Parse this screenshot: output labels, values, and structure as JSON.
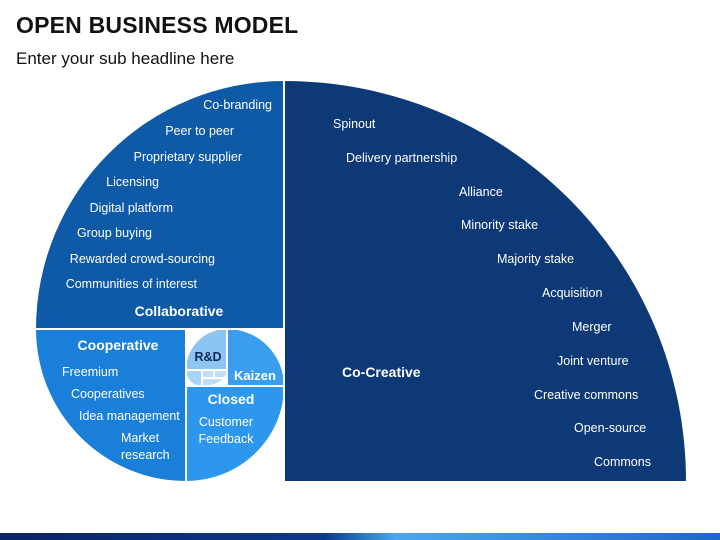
{
  "header": {
    "title": "OPEN BUSINESS MODEL",
    "subtitle": "Enter your sub headline here"
  },
  "colors": {
    "co_creative": "#0d3a76",
    "collaborative": "#0e5aa7",
    "cooperative": "#1a7fd8",
    "closed": "#2d97ee",
    "inner_light": "#8cc4f2",
    "footer_dark": "#0a2466",
    "footer_light": "#4aa8ee"
  },
  "co_creative": {
    "heading": "Co-Creative",
    "items": [
      "Spinout",
      "Delivery partnership",
      "Alliance",
      "Minority stake",
      "Majority stake",
      "Acquisition",
      "Merger",
      "Joint venture",
      "Creative commons",
      "Open-source",
      "Commons"
    ]
  },
  "collaborative": {
    "heading": "Collaborative",
    "items": [
      "Co-branding",
      "Peer to peer",
      "Proprietary supplier",
      "Licensing",
      "Digital platform",
      "Group buying",
      "Rewarded crowd-sourcing",
      "Communities of interest"
    ]
  },
  "cooperative": {
    "heading": "Cooperative",
    "items": [
      "Freemium",
      "Cooperatives",
      "Idea management",
      "Market",
      "research"
    ]
  },
  "closed": {
    "heading": "Closed",
    "items": [
      "Customer",
      "Feedback"
    ]
  },
  "inner": {
    "rd": "R&D",
    "kaizen": "Kaizen"
  }
}
